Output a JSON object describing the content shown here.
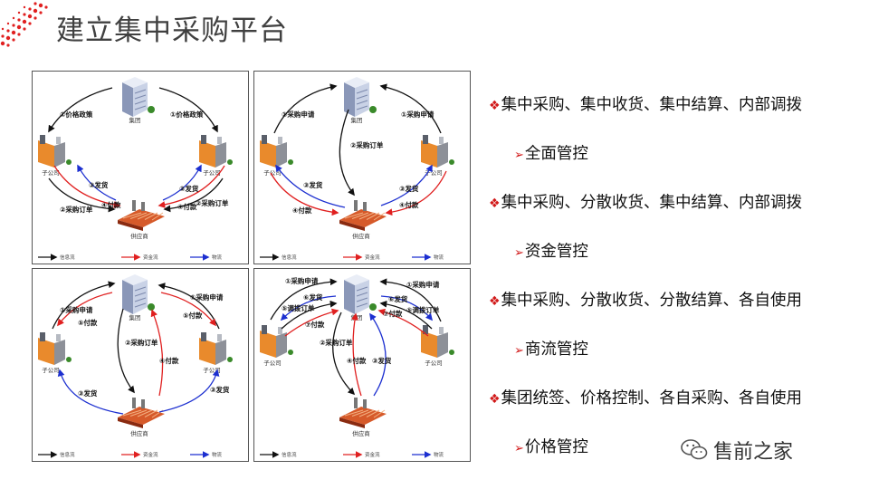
{
  "title": "建立集中采购平台",
  "legend": {
    "info": "信息流",
    "money": "资金流",
    "goods": "物流"
  },
  "nodes": {
    "group": "集团",
    "sub": "子公司",
    "supplier": "供应商"
  },
  "panels": [
    {
      "labels": [
        "①价格政策",
        "①价格政策",
        "②采购订单",
        "②采购订单",
        "③发货",
        "③发货",
        "④付款",
        "④付款"
      ]
    },
    {
      "labels": [
        "①采购申请",
        "①采购申请",
        "②采购订单",
        "③发货",
        "③发货",
        "④付款",
        "④付款"
      ]
    },
    {
      "labels": [
        "①采购申请",
        "①采购申请",
        "⑤付款",
        "⑤付款",
        "②采购订单",
        "④付款",
        "③发货",
        "③发货"
      ]
    },
    {
      "labels": [
        "①采购申请",
        "①采购申请",
        "⑥发货",
        "⑥发货",
        "⑤调拨订单",
        "⑤调拨订单",
        "⑦付款",
        "⑦付款",
        "②采购订单",
        "④付款",
        "③发货"
      ]
    }
  ],
  "bullets": [
    {
      "text": "集中采购、集中收货、集中结算、内部调拨",
      "sub": "全面管控"
    },
    {
      "text": "集中采购、分散收货、集中结算、内部调拨",
      "sub": "资金管控"
    },
    {
      "text": "集中采购、分散收货、分散结算、各自使用",
      "sub": "商流管控"
    },
    {
      "text": "集团统签、价格控制、各自采购、各自使用",
      "sub": "价格管控"
    }
  ],
  "watermark": "售前之家",
  "colors": {
    "info": "#111111",
    "money": "#e02020",
    "goods": "#1c2fd0",
    "accent": "#d11919"
  }
}
